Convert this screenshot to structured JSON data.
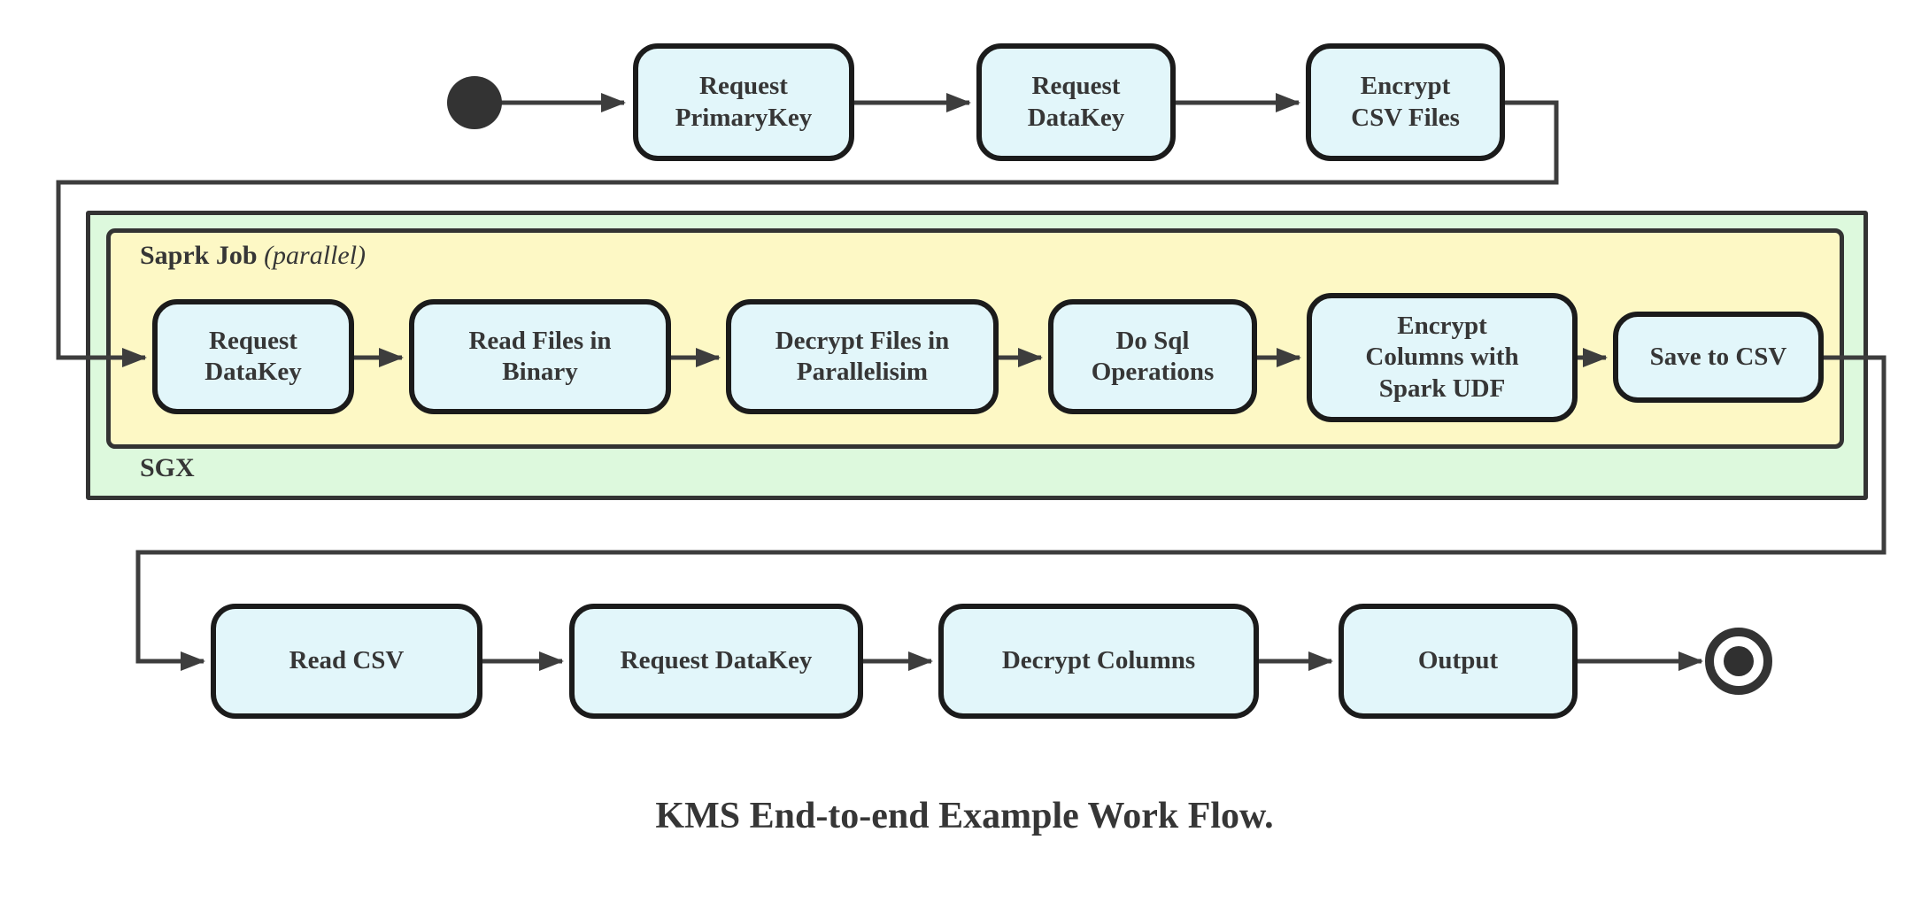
{
  "title": "KMS End-to-end Example Work Flow.",
  "containers": {
    "sgx_label": "SGX",
    "spark_job_label": "Saprk Job",
    "spark_job_qualifier": "(parallel)"
  },
  "nodes": {
    "row1": [
      "Request\nPrimaryKey",
      "Request\nDataKey",
      "Encrypt\nCSV Files"
    ],
    "row2": [
      "Request\nDataKey",
      "Read Files in\nBinary",
      "Decrypt Files in\nParallelisim",
      "Do Sql\nOperations",
      "Encrypt\nColumns with\nSpark UDF",
      "Save to CSV"
    ],
    "row3": [
      "Read CSV",
      "Request DataKey",
      "Decrypt Columns",
      "Output"
    ]
  },
  "markers": {
    "start_node": "filled-circle",
    "end_node": "bullseye-circle"
  },
  "colors": {
    "node_fill": "#e2f6fa",
    "node_border": "#1b1b1b",
    "sgx_fill": "#ddf9dd",
    "spark_fill": "#fdf8c5",
    "container_border": "#333333",
    "edge": "#3d3d3d",
    "text": "#363636",
    "start_end": "#333333"
  }
}
